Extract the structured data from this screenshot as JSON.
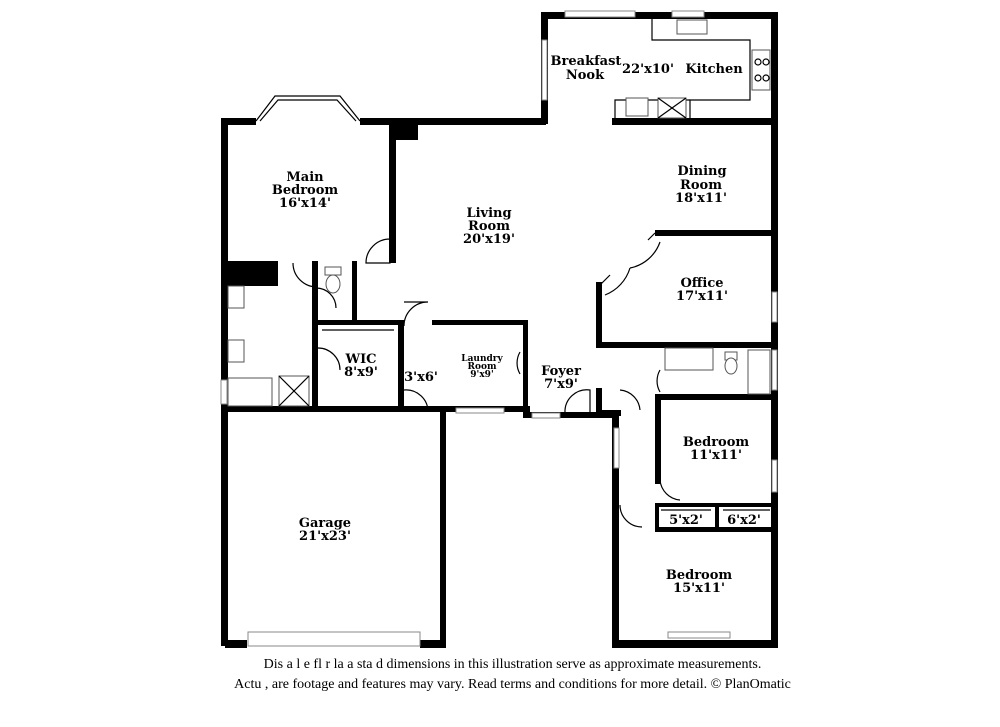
{
  "rooms": {
    "breakfast_nook": {
      "name_line1": "Breakfast",
      "name_line2": "Nook"
    },
    "kitchen": {
      "dims": "22'x10'",
      "name": "Kitchen"
    },
    "dining_room": {
      "name_line1": "Dining",
      "name_line2": "Room",
      "dims": "18'x11'"
    },
    "main_bedroom": {
      "name_line1": "Main",
      "name_line2": "Bedroom",
      "dims": "16'x14'"
    },
    "living_room": {
      "name_line1": "Living",
      "name_line2": "Room",
      "dims": "20'x19'"
    },
    "office": {
      "name": "Office",
      "dims": "17'x11'"
    },
    "wic": {
      "name": "WIC",
      "dims": "8'x9'"
    },
    "hall_closet": {
      "dims": "3'x6'"
    },
    "laundry_room": {
      "name_line1": "Laundry",
      "name_line2": "Room",
      "dims": "9'x9'"
    },
    "foyer": {
      "name": "Foyer",
      "dims": "7'x9'"
    },
    "bedroom_2": {
      "name": "Bedroom",
      "dims": "11'x11'"
    },
    "closet_a": {
      "dims": "5'x2'"
    },
    "closet_b": {
      "dims": "6'x2'"
    },
    "bedroom_3": {
      "name": "Bedroom",
      "dims": "15'x11'"
    },
    "garage": {
      "name": "Garage",
      "dims": "21'x23'"
    }
  },
  "disclaimer": {
    "line1": "Dis    a      l  e fl  r  la  a   sta  d dimensions in this illustration serve as approximate measurements.",
    "line2": "Actu     ,  are footage and features may vary. Read terms and conditions for more detail. © PlanOmatic"
  }
}
